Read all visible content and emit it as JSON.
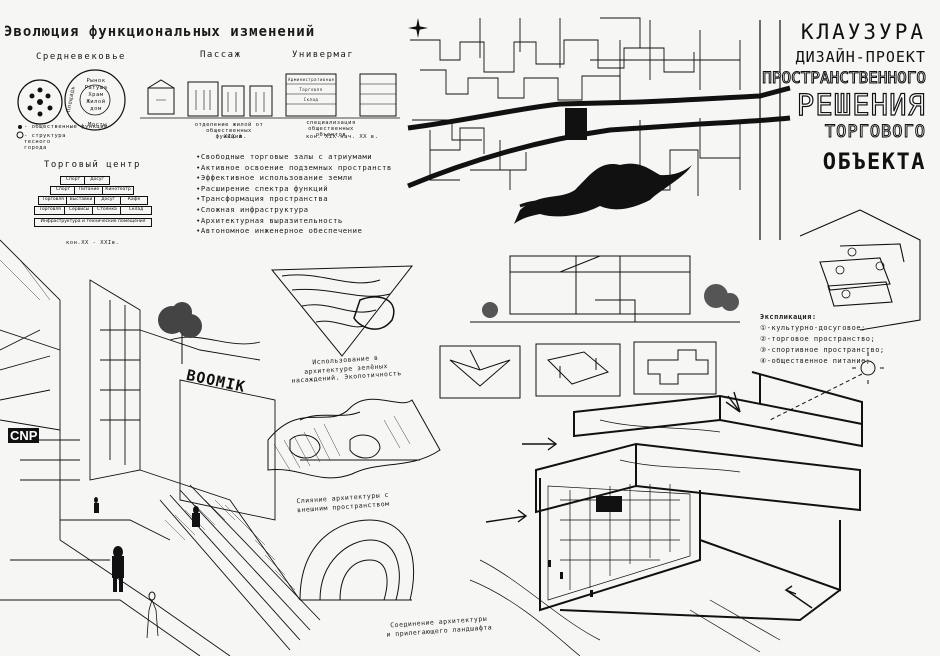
{
  "header": {
    "title": "Эволюция функциональных изменений"
  },
  "evolution": {
    "stage_medieval": "Средневековье",
    "stage_passage": "Пассаж",
    "stage_department": "Универмаг",
    "circle_labels": [
      "Рынок",
      "Ратуша",
      "Храм",
      "Жилой дом"
    ],
    "circle_side": "Площадь",
    "circle_bottom": "Мосты",
    "legend_line1": "- общественные функции",
    "legend_line2": "- структура тесного города",
    "passage_caption": "отделение жилой от общественных функций",
    "passage_century": "XIX в.",
    "department_caption": "специализация общественных объектов",
    "department_century": "кон. XIX-нач. XX в.",
    "department_boxes": [
      "Административные помещения",
      "Торговля",
      "Склад"
    ]
  },
  "mall": {
    "heading": "Торговый центр",
    "era": "кон.XX - XXIв.",
    "stack_rows": [
      [
        "Спорт",
        "Досуг"
      ],
      [
        "Спорт",
        "Питание",
        "Кинотеатр"
      ],
      [
        "Торговля",
        "Выставки",
        "Досуг",
        "Кафе"
      ],
      [
        "Торговля",
        "Сервисы",
        "Стоянка",
        "Склад"
      ],
      [
        "Инфраструктура и технические помещения"
      ]
    ]
  },
  "features": [
    "•Свободные торговые залы с атриумами",
    "•Активное освоение подземных пространств",
    "•Эффективное использование земли",
    "•Расширение спектра функций",
    "•Трансформация пространства",
    "•Сложная инфраструктура",
    "•Архитектурная выразительность",
    "•Автономное инженерное обеспечение"
  ],
  "project_title": {
    "line1": "КЛАУЗУРА",
    "line2": "ДИЗАЙН-ПРОЕКТ",
    "line3": "ПРОСТРАНСТВЕННОГО",
    "line4": "РЕШЕНИЯ",
    "line5": "ТОРГОВОГО",
    "line6": "ОБЪЕКТА"
  },
  "captions": {
    "green": [
      "Использование в",
      "архитектуре зелёных",
      "насаждений. Экопотичность"
    ],
    "merge": [
      "Слияние архитектуры с",
      "внешним пространством"
    ],
    "landscape": [
      "Соединение архитектуры",
      "и прилегающего ландшафта"
    ]
  },
  "explication": {
    "heading": "Экспликация:",
    "items": [
      "①-культурно-досуговое;",
      "②-торговое пространство;",
      "③-спортивное пространство;",
      "④-общественное питание;"
    ]
  },
  "sketch_signs": {
    "sign_left": "CNP",
    "sign_right": "BOOMIK"
  },
  "colors": {
    "ink": "#111111",
    "paper": "#f6f6f4"
  }
}
